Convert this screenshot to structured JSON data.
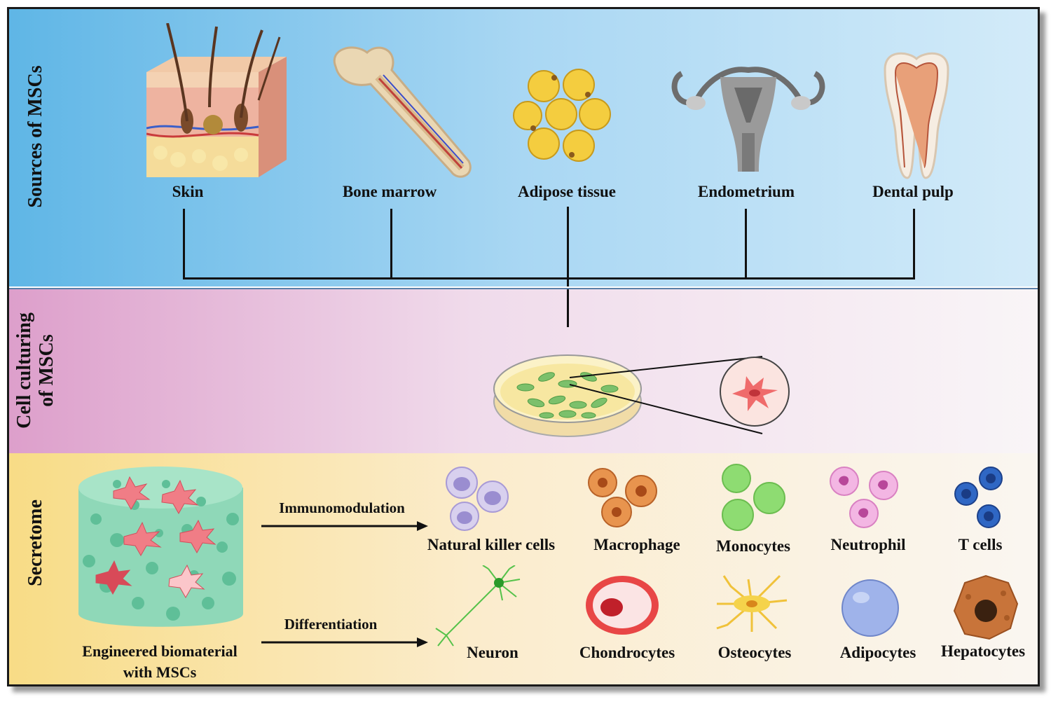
{
  "panels": {
    "sources": {
      "title": "Sources of MSCs",
      "items": [
        {
          "label": "Skin",
          "icon": "skin-tissue-icon"
        },
        {
          "label": "Bone marrow",
          "icon": "bone-icon"
        },
        {
          "label": "Adipose tissue",
          "icon": "fat-cells-icon"
        },
        {
          "label": "Endometrium",
          "icon": "uterus-icon"
        },
        {
          "label": "Dental pulp",
          "icon": "tooth-icon"
        }
      ]
    },
    "culture": {
      "title_line1": "Cell culturing",
      "title_line2": "of MSCs",
      "icons": [
        "petri-dish-icon",
        "magnified-cell-icon"
      ]
    },
    "secretome": {
      "title": "Secretome",
      "biomaterial_line1": "Engineered biomaterial",
      "biomaterial_line2": "with MSCs",
      "immunomodulation_label": "Immunomodulation",
      "differentiation_label": "Differentiation",
      "immune_cells": [
        {
          "label": "Natural killer cells",
          "icon": "nk-cell-icon"
        },
        {
          "label": "Macrophage",
          "icon": "macrophage-icon"
        },
        {
          "label": "Monocytes",
          "icon": "monocyte-icon"
        },
        {
          "label": "Neutrophil",
          "icon": "neutrophil-icon"
        },
        {
          "label": "T cells",
          "icon": "t-cell-icon"
        }
      ],
      "differentiated_cells": [
        {
          "label": "Neuron",
          "icon": "neuron-icon"
        },
        {
          "label": "Chondrocytes",
          "icon": "chondrocyte-icon"
        },
        {
          "label": "Osteocytes",
          "icon": "osteocyte-icon"
        },
        {
          "label": "Adipocytes",
          "icon": "adipocyte-icon"
        },
        {
          "label": "Hepatocytes",
          "icon": "hepatocyte-icon"
        }
      ]
    }
  },
  "colors": {
    "sources_bg": "#5fb6e6",
    "culture_bg": "#dd9fcb",
    "secretome_bg": "#f8dc86",
    "connector": "#111111"
  }
}
